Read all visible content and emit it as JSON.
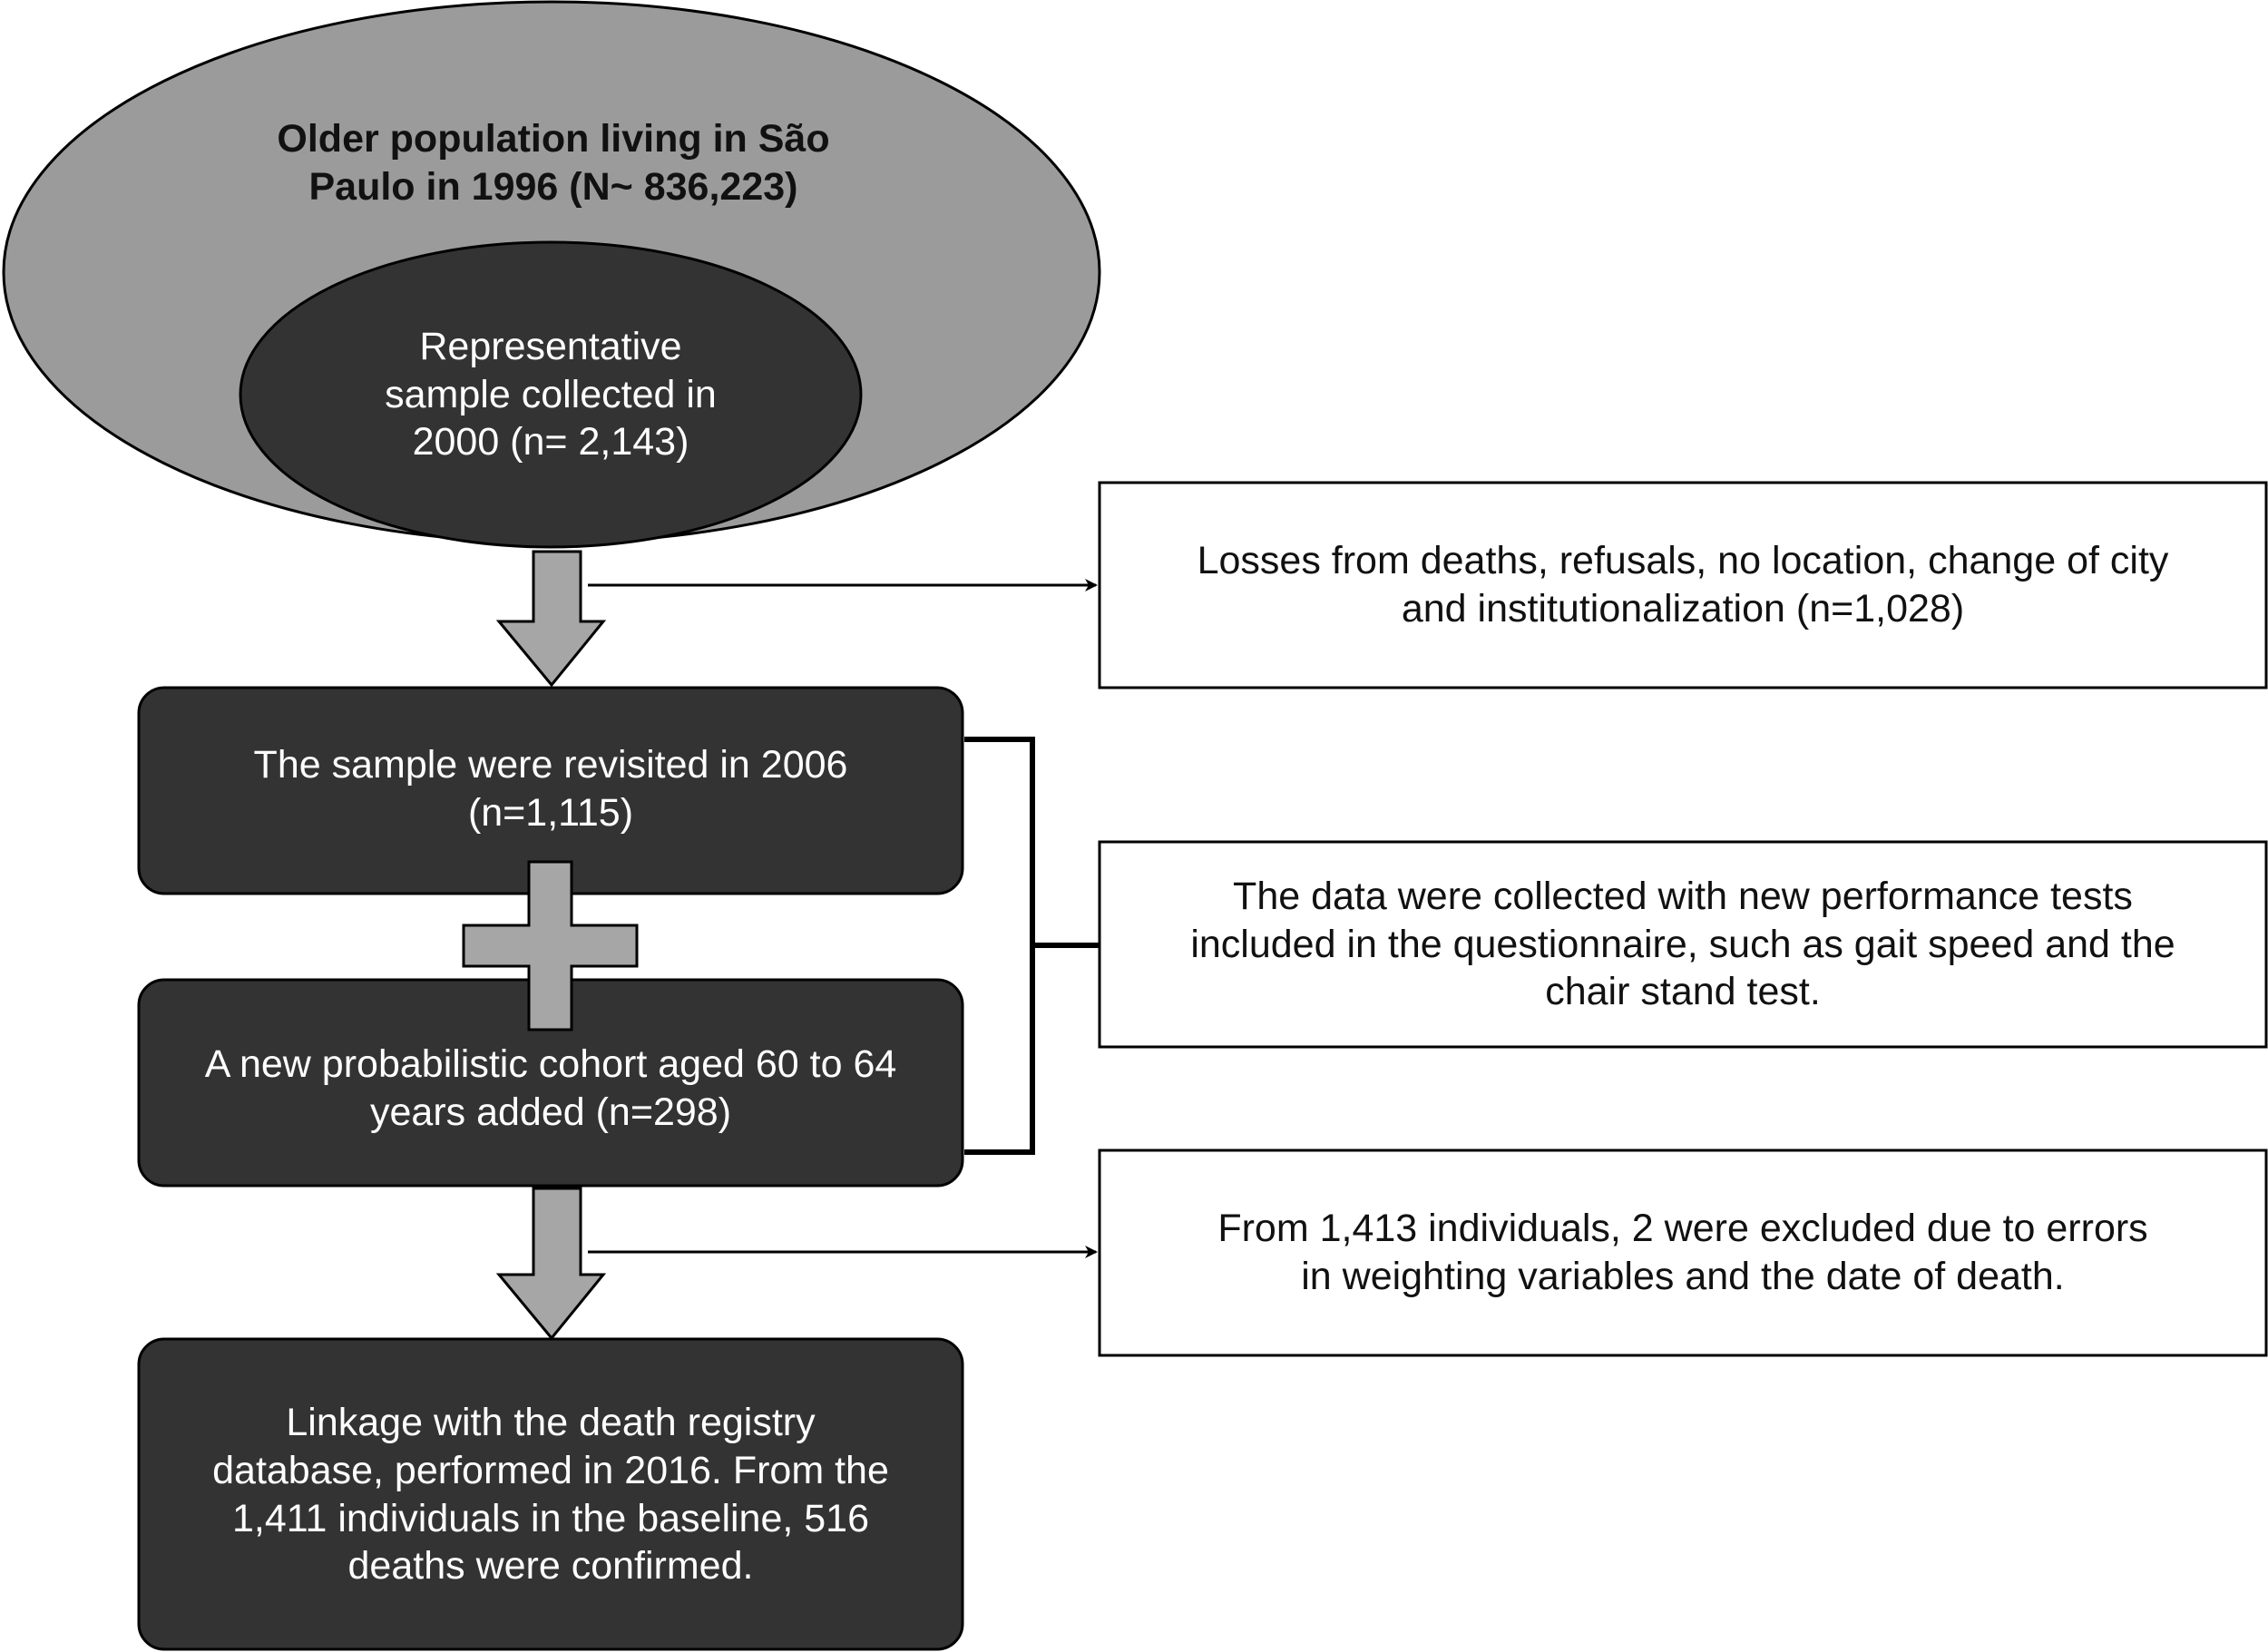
{
  "nodes": {
    "population": "Older population living in São\nPaulo in 1996 (N~ 836,223)",
    "sample_2000": "Representative\nsample collected in\n2000 (n= 2,143)",
    "losses": "Losses from deaths, refusals, no location, change of city\nand institutionalization (n=1,028)",
    "revisited_2006": "The sample were revisited in 2006\n(n=1,115)",
    "new_cohort": "A new probabilistic cohort aged 60 to 64\nyears added (n=298)",
    "performance_tests": "The data were collected with new performance tests\nincluded in the questionnaire, such as gait speed and the\nchair stand test.",
    "excluded": "From 1,413 individuals, 2 were excluded due to errors\nin weighting variables and the date of death.",
    "linkage": "Linkage with the death registry\ndatabase, performed in 2016. From the\n1,411 individuals in the baseline,  516\ndeaths were confirmed."
  },
  "colors": {
    "outer_ellipse": "#9b9b9b",
    "dark_fill": "#333333",
    "arrow_fill": "#a6a6a6",
    "stroke": "#000000",
    "light_box": "#ffffff"
  }
}
